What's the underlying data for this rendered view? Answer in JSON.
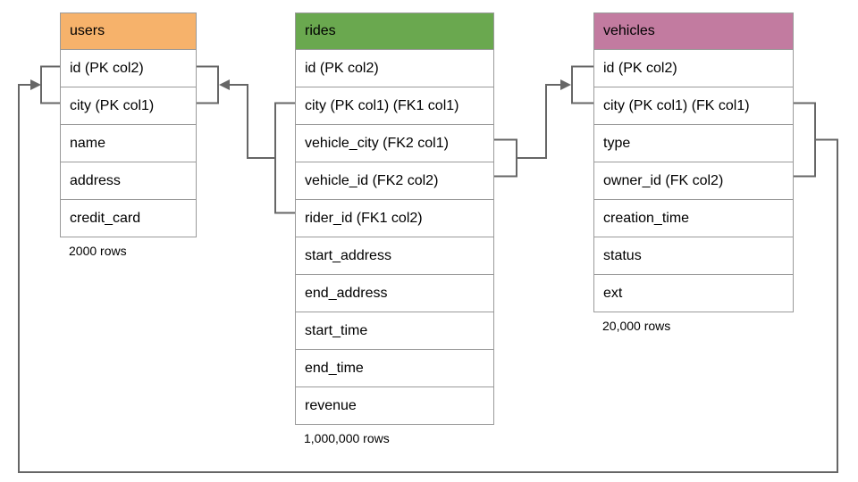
{
  "diagram": {
    "tables": [
      {
        "name": "users",
        "header_color": "#F6B26B",
        "columns": [
          "id (PK col2)",
          "city (PK col1)",
          "name",
          "address",
          "credit_card"
        ],
        "row_count": "2000 rows"
      },
      {
        "name": "rides",
        "header_color": "#6AA84F",
        "columns": [
          "id (PK col2)",
          "city (PK col1) (FK1 col1)",
          "vehicle_city (FK2 col1)",
          "vehicle_id (FK2 col2)",
          "rider_id (FK1 col2)",
          "start_address",
          "end_address",
          "start_time",
          "end_time",
          "revenue"
        ],
        "row_count": "1,000,000 rows"
      },
      {
        "name": "vehicles",
        "header_color": "#C27BA0",
        "columns": [
          "id (PK col2)",
          "city (PK col1) (FK col1)",
          "type",
          "owner_id (FK col2)",
          "creation_time",
          "status",
          "ext"
        ],
        "row_count": "20,000 rows"
      }
    ],
    "connector_color": "#666666",
    "table_border_color": "#9a9a9a"
  }
}
